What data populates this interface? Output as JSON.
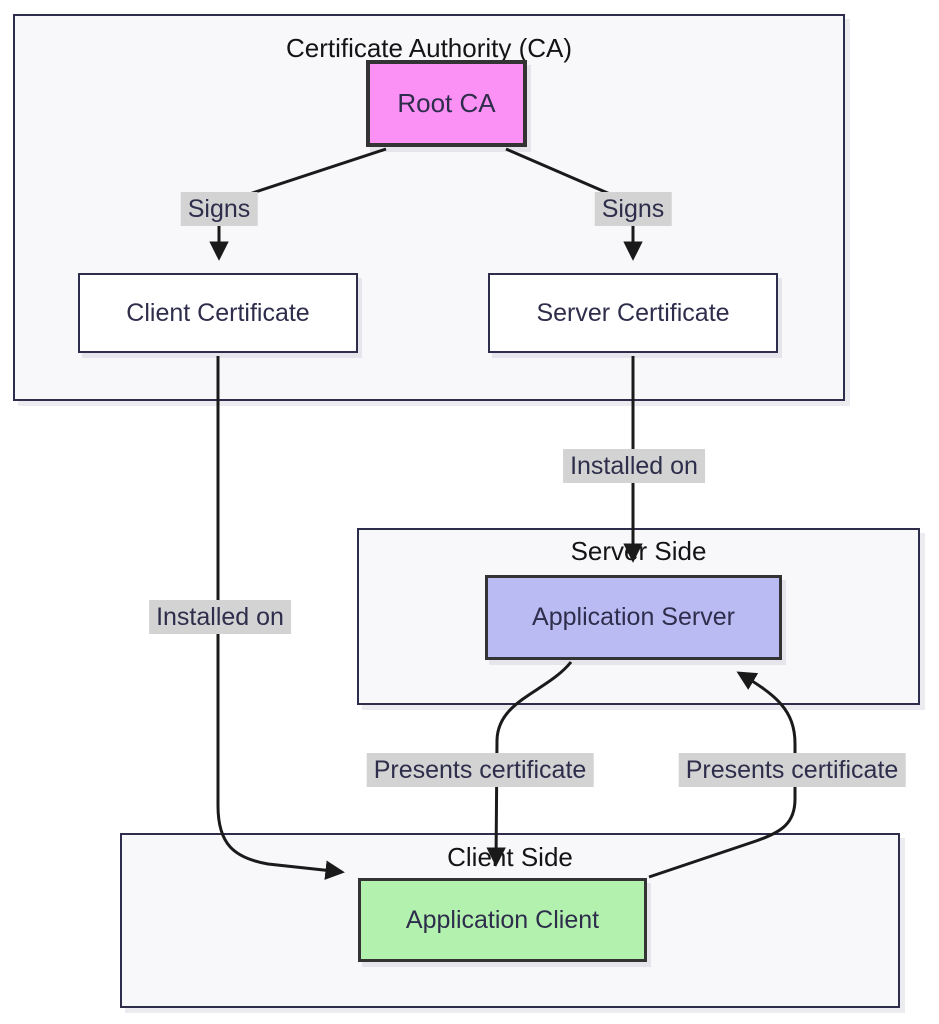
{
  "diagram_type": "flowchart",
  "colors": {
    "container_fill": "#f8f8fb",
    "container_border": "#2e2e4c",
    "node_border_dark": "#333333",
    "root_ca_fill": "#fb90f5",
    "certificate_fill": "#ffffff",
    "app_server_fill": "#bbbbf3",
    "app_client_fill": "#b3f2ae",
    "edge_label_bg": "#d3d3d3",
    "edge_color": "#1a1a1a",
    "node_text_color": "#2e2e4c"
  },
  "containers": {
    "ca": {
      "label": "Certificate Authority (CA)"
    },
    "server_side": {
      "label": "Server Side"
    },
    "client_side": {
      "label": "Client Side"
    }
  },
  "nodes": {
    "root_ca": {
      "label": "Root CA"
    },
    "client_cert": {
      "label": "Client Certificate"
    },
    "server_cert": {
      "label": "Server Certificate"
    },
    "app_server": {
      "label": "Application Server"
    },
    "app_client": {
      "label": "Application Client"
    }
  },
  "edges": {
    "root_ca_to_client_cert": {
      "label": "Signs"
    },
    "root_ca_to_server_cert": {
      "label": "Signs"
    },
    "client_cert_to_app_client": {
      "label": "Installed on"
    },
    "server_cert_to_app_server": {
      "label": "Installed on"
    },
    "app_server_to_app_client": {
      "label": "Presents certificate"
    },
    "app_client_to_app_server": {
      "label": "Presents certificate"
    }
  }
}
